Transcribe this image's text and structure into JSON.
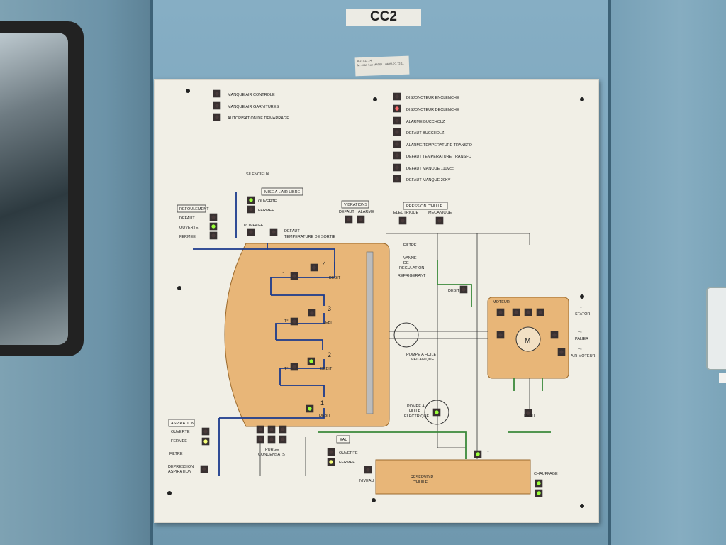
{
  "cabinet": {
    "label": "CC2"
  },
  "sticker": {
    "line1": "A 27412 24",
    "line2": "M. Jean-Luc MATEL · 06.06.27.72.11"
  },
  "alarms_left": [
    "MANQUE AIR CONTROLE",
    "MANQUE AIR GARNITURES",
    "AUTORISATION DE DEMARRAGE"
  ],
  "alarms_right": [
    "DISJONCTEUR ENCLENCHE",
    "DISJONCTEUR DECLENCHE",
    "ALARME BUCCHOLZ",
    "DEFAUT BUCCHOLZ",
    "ALARME TEMPERATURE TRANSFO",
    "DEFAUT TEMPERATURE TRANSFO",
    "DEFAUT MANQUE 110Vcc",
    "DEFAUT MANQUE 20KV"
  ],
  "labels": {
    "silencieux": "SILENCIEUX",
    "mise_air_libre": "MISE A L'AIR LIBRE",
    "ouverte": "OUVERTE",
    "fermee": "FERMEE",
    "refoulement": "REFOULEMENT",
    "defaut": "DEFAUT",
    "pompage": "POMPAGE",
    "defaut_temp_sortie_1": "DEFAUT",
    "defaut_temp_sortie_2": "TEMPERATURE DE SORTIE",
    "vibrations": "VIBRATIONS",
    "alarme": "ALARME",
    "pression_huile": "PRESSION D'HUILE",
    "electrique": "ELECTRIQUE",
    "mecanique": "MECANIQUE",
    "filtre": "FILTRE",
    "vanne_1": "VANNE",
    "vanne_2": "DE",
    "vanne_3": "REGULATION",
    "refrigerant": "REFRIGERANT",
    "debit": "DEBIT",
    "moteur": "MOTEUR",
    "t_stator_1": "T°",
    "t_stator_2": "STATOR",
    "t_palier_1": "T°",
    "t_palier_2": "PALIER",
    "t_air_moteur_1": "T°",
    "t_air_moteur_2": "AIR MOTEUR",
    "motor_m": "M",
    "pompe_meca_1": "POMPE A HUILE",
    "pompe_meca_2": "MECANIQUE",
    "pompe_elec_1": "POMPE A",
    "pompe_elec_2": "HUILE",
    "pompe_elec_3": "ELECTRIQUE",
    "t_deg": "T°",
    "stage_1": "1",
    "stage_2": "2",
    "stage_3": "3",
    "stage_4": "4",
    "aspiration": "ASPIRATION",
    "depression_1": "DEPRESSION",
    "depression_2": "ASPIRATION",
    "purge_1": "PURGE",
    "purge_2": "CONDENSATS",
    "eau": "EAU",
    "niveau": "NIVEAU",
    "reservoir_1": "RESERVOIR",
    "reservoir_2": "D'HUILE",
    "chauffage": "CHAUFFAGE"
  },
  "colors": {
    "process_fill": "#e8b678",
    "process_stroke": "#9b6a2d",
    "pipe_blue": "#1b3a8c",
    "lamp_green": "#9cff3a",
    "lamp_red": "#ff6a6a"
  }
}
